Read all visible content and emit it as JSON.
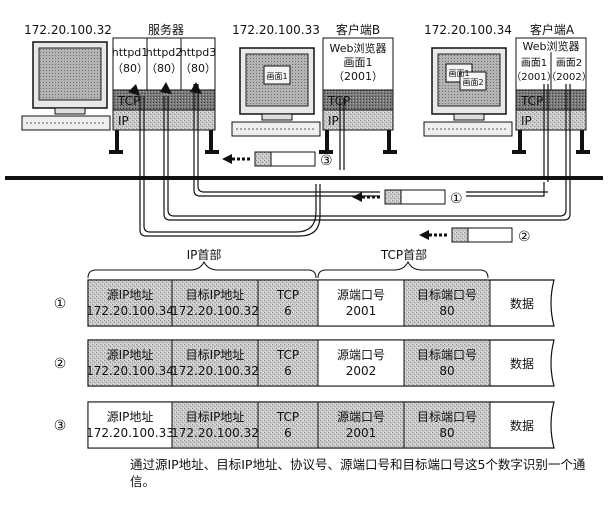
{
  "hosts": {
    "server": {
      "ip": "172.20.100.32",
      "label": "服务器",
      "procs": [
        "httpd1",
        "httpd2",
        "httpd3"
      ],
      "ports": [
        "（80）",
        "（80）",
        "（80）"
      ]
    },
    "clientB": {
      "ip": "172.20.100.33",
      "label": "客户端B",
      "app": "Web浏览器",
      "window": "画面1",
      "port": "（2001）",
      "screen_windows": [
        "画面1"
      ]
    },
    "clientA": {
      "ip": "172.20.100.34",
      "label": "客户端A",
      "app": "Web浏览器",
      "windows": [
        "画面1",
        "画面2"
      ],
      "ports": [
        "（2001）",
        "（2002）"
      ],
      "screen_windows": [
        "画面1",
        "画面2"
      ]
    }
  },
  "layers": {
    "tcp": "TCP",
    "ip": "IP"
  },
  "markers": [
    "①",
    "②",
    "③"
  ],
  "table": {
    "group_ip": "IP首部",
    "group_tcp": "TCP首部",
    "rows": [
      {
        "num": "①",
        "src_ip_label": "源IP地址",
        "src_ip": "172.20.100.34",
        "dst_ip_label": "目标IP地址",
        "dst_ip": "172.20.100.32",
        "proto_label": "TCP",
        "proto": "6",
        "src_port_label": "源端口号",
        "src_port": "2001",
        "dst_port_label": "目标端口号",
        "dst_port": "80",
        "data": "数据"
      },
      {
        "num": "②",
        "src_ip_label": "源IP地址",
        "src_ip": "172.20.100.34",
        "dst_ip_label": "目标IP地址",
        "dst_ip": "172.20.100.32",
        "proto_label": "TCP",
        "proto": "6",
        "src_port_label": "源端口号",
        "src_port": "2002",
        "dst_port_label": "目标端口号",
        "dst_port": "80",
        "data": "数据"
      },
      {
        "num": "③",
        "src_ip_label": "源IP地址",
        "src_ip": "172.20.100.33",
        "dst_ip_label": "目标IP地址",
        "dst_ip": "172.20.100.32",
        "proto_label": "TCP",
        "proto": "6",
        "src_port_label": "源端口号",
        "src_port": "2001",
        "dst_port_label": "目标端口号",
        "dst_port": "80",
        "data": "数据"
      }
    ]
  },
  "caption": "通过源IP地址、目标IP地址、协议号、源端口号和目标端口号这5个数字识别一个通信。"
}
